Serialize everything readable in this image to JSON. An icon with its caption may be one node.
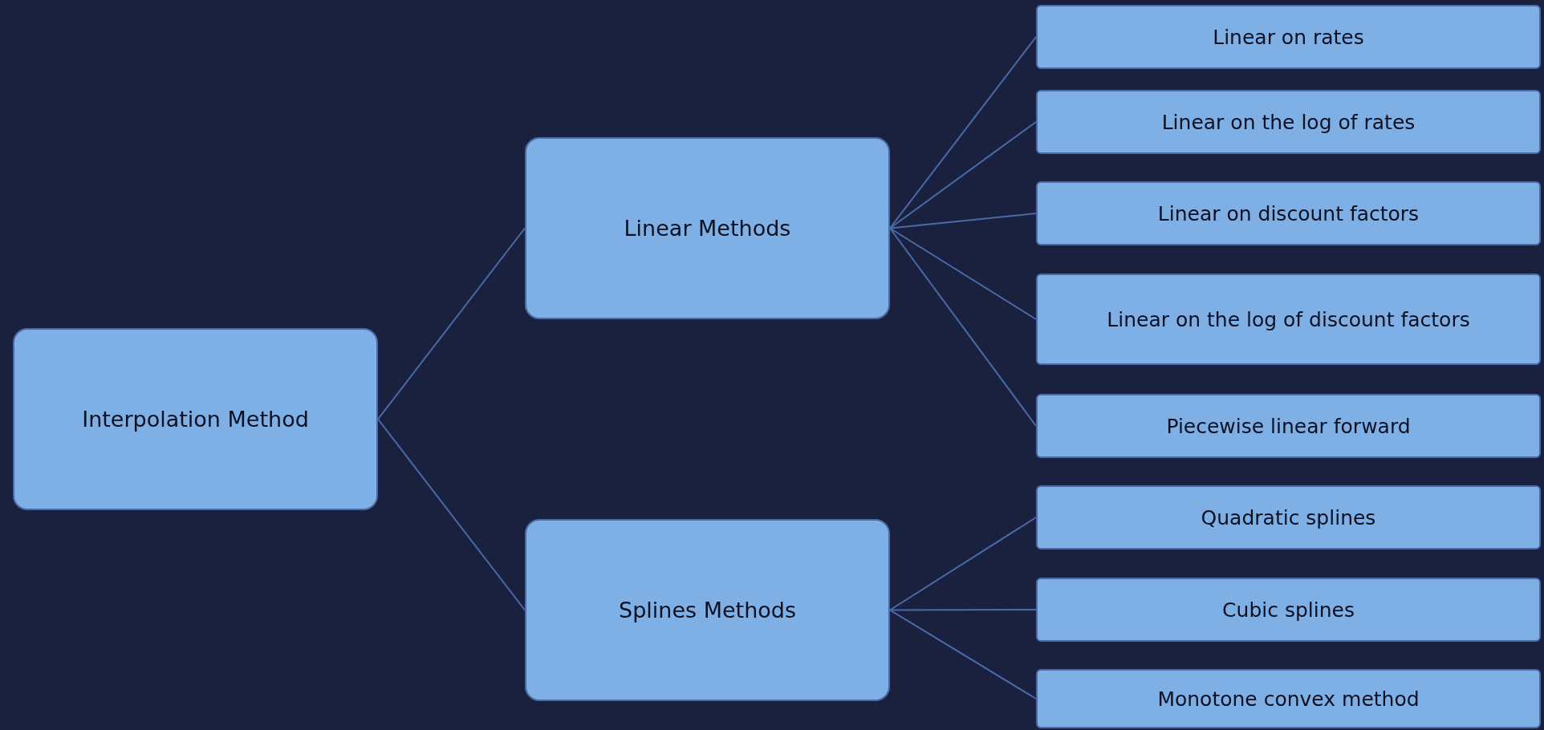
{
  "diagram": {
    "nodes": [
      {
        "text": [
          "Interpolation Method"
        ]
      },
      {
        "text": [
          "Linear Methods"
        ]
      },
      {
        "text": [
          "Splines Methods"
        ]
      },
      {
        "text": [
          "Linear on rates"
        ]
      },
      {
        "text": [
          "Linear on the log of rates"
        ]
      },
      {
        "text": [
          "Linear on discount factors"
        ]
      },
      {
        "text": [
          "Linear on the log of discount factors"
        ]
      },
      {
        "text": [
          "Piecewise linear forward"
        ]
      },
      {
        "text": [
          "Quadratic splines"
        ]
      },
      {
        "text": [
          "Cubic splines"
        ]
      },
      {
        "text": [
          "Monotone convex method"
        ]
      }
    ],
    "edges": [
      {
        "from": 0,
        "to": 1,
        "arrow": "none"
      },
      {
        "from": 0,
        "to": 2,
        "arrow": "none"
      },
      {
        "from": 1,
        "to": 3,
        "arrow": "none"
      },
      {
        "from": 1,
        "to": 4,
        "arrow": "none"
      },
      {
        "from": 1,
        "to": 5,
        "arrow": "none"
      },
      {
        "from": 1,
        "to": 6,
        "arrow": "none"
      },
      {
        "from": 1,
        "to": 7,
        "arrow": "none"
      },
      {
        "from": 2,
        "to": 8,
        "arrow": "none"
      },
      {
        "from": 2,
        "to": 9,
        "arrow": "none"
      },
      {
        "from": 2,
        "to": 10,
        "arrow": "none"
      }
    ]
  }
}
